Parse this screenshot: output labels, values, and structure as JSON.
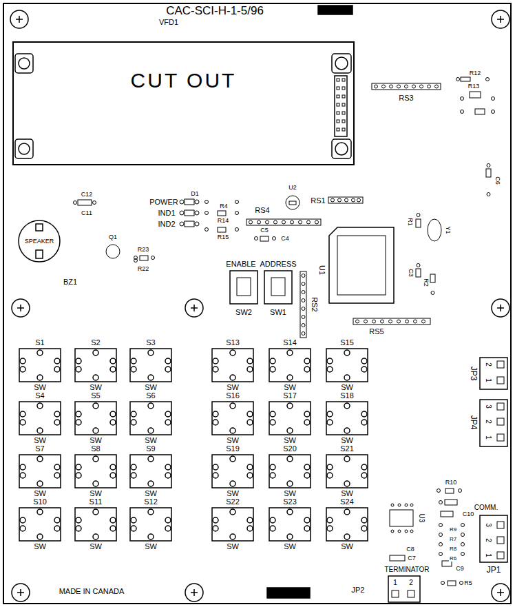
{
  "diagram": {
    "title": "CAC-SCI-H-1-5/96",
    "nodes": [
      {
        "text": [
          "CUT OUT"
        ]
      },
      {
        "text": [
          "SPEAKER"
        ]
      },
      {
        "text": [
          "S1",
          "SW"
        ]
      },
      {
        "text": [
          "S2",
          "SW"
        ]
      },
      {
        "text": [
          "S3",
          "SW"
        ]
      },
      {
        "text": [
          "S13",
          "SW"
        ]
      },
      {
        "text": [
          "S14",
          "SW"
        ]
      },
      {
        "text": [
          "S15",
          "SW"
        ]
      },
      {
        "text": [
          "S4",
          "SW"
        ]
      },
      {
        "text": [
          "S5",
          "SW"
        ]
      },
      {
        "text": [
          "S6",
          "SW"
        ]
      },
      {
        "text": [
          "S16",
          "SW"
        ]
      },
      {
        "text": [
          "S17",
          "SW"
        ]
      },
      {
        "text": [
          "S18",
          "SW"
        ]
      },
      {
        "text": [
          "S7",
          "SW"
        ]
      },
      {
        "text": [
          "S8",
          "SW"
        ]
      },
      {
        "text": [
          "S9",
          "SW"
        ]
      },
      {
        "text": [
          "S19",
          "SW"
        ]
      },
      {
        "text": [
          "S20",
          "SW"
        ]
      },
      {
        "text": [
          "S21",
          "SW"
        ]
      },
      {
        "text": [
          "S10",
          "SW"
        ]
      },
      {
        "text": [
          "S11",
          "SW"
        ]
      },
      {
        "text": [
          "S12",
          "SW"
        ]
      },
      {
        "text": [
          "S22",
          "SW"
        ]
      },
      {
        "text": [
          "S23",
          "SW"
        ]
      },
      {
        "text": [
          "S24",
          "SW"
        ]
      }
    ],
    "labels": [
      "VFD1",
      "RS3",
      "R12",
      "R13",
      "C6",
      "C12",
      "C11",
      "POWER",
      "IND1",
      "IND2",
      "D1",
      "R4",
      "R14",
      "R15",
      "U2",
      "RS4",
      "RS1",
      "C5",
      "C4",
      "Q1",
      "R23",
      "R22",
      "BZ1",
      "ENABLE",
      "ADDRESS",
      "SW2",
      "SW1",
      "RS2",
      "U1",
      "Y1",
      "R1",
      "C3",
      "R2",
      "RS5",
      "JP3",
      "2",
      "1",
      "JP4",
      "3",
      "2",
      "1",
      "R10",
      "COMM.",
      "C10",
      "R9",
      "R7",
      "R8",
      "R6",
      "3",
      "2",
      "1",
      "JP1",
      "U3",
      "C8",
      "C7",
      "TERMINATOR",
      "C9",
      "R5",
      "JP2",
      "1",
      "2",
      "MADE IN CANADA"
    ]
  }
}
